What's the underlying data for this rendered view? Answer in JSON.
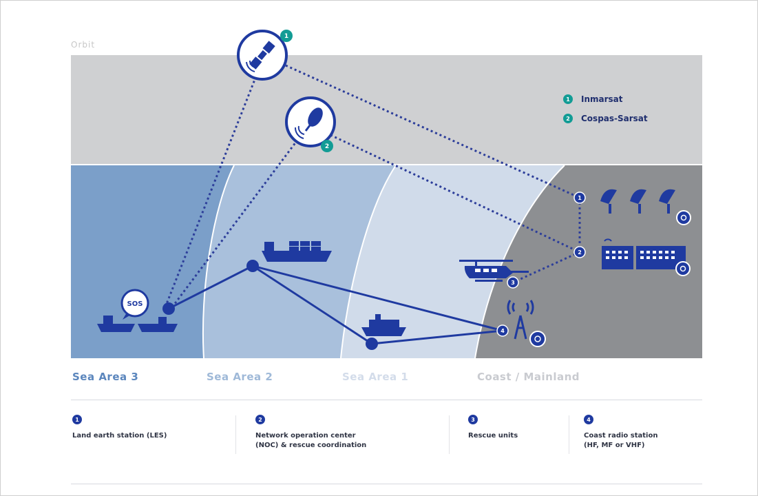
{
  "orbit": {
    "label": "Orbit"
  },
  "satellites": [
    {
      "id": "inmarsat-satellite",
      "badge": "1",
      "name": "Inmarsat"
    },
    {
      "id": "cospas-sarsat-satellite",
      "badge": "2",
      "name": "Cospas-Sarsat"
    }
  ],
  "legend": {
    "items": [
      {
        "badge": "1",
        "label": "Inmarsat"
      },
      {
        "badge": "2",
        "label": "Cospas-Sarsat"
      }
    ]
  },
  "areas": [
    {
      "label": "Sea Area 3",
      "color": "#5b86bd"
    },
    {
      "label": "Sea Area 2",
      "color": "#9fb9d8"
    },
    {
      "label": "Sea Area 1",
      "color": "#d3dcea"
    },
    {
      "label": "Coast / Mainland",
      "color": "#c9cbd0"
    }
  ],
  "distress": {
    "bubble": "SOS"
  },
  "station_badges": [
    "1",
    "2",
    "3",
    "4"
  ],
  "footer": {
    "items": [
      {
        "badge": "1",
        "text": "Land earth station (LES)"
      },
      {
        "badge": "2",
        "text": "Network operation center\n(NOC) & rescue coordination"
      },
      {
        "badge": "3",
        "text": "Rescue units"
      },
      {
        "badge": "4",
        "text": "Coast radio station\n(HF, MF or VHF)"
      }
    ]
  },
  "colors": {
    "navy": "#1f3aa0",
    "teal": "#129c95",
    "orbit_band": "#cfd0d2",
    "sea_area_3": "#7b9fc9",
    "sea_area_2": "#a9c0dc",
    "sea_area_1": "#d0dbea",
    "mainland": "#8d8f92"
  }
}
